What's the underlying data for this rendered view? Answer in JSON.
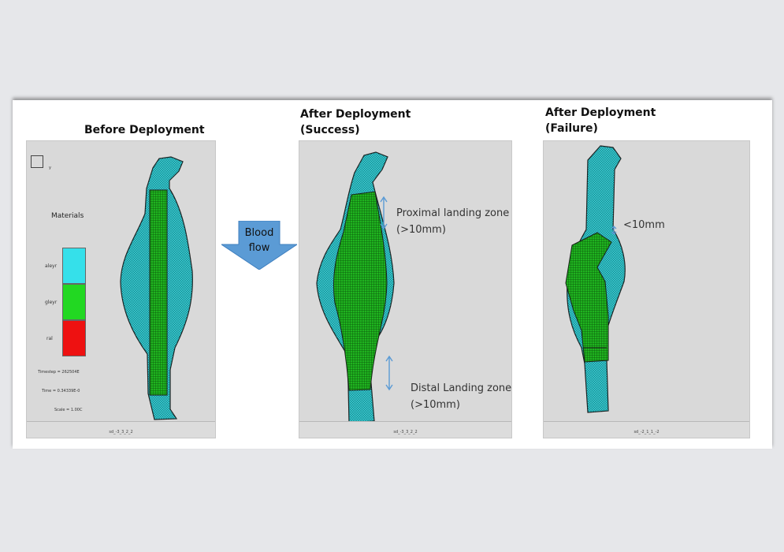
{
  "panels": [
    {
      "title": "Before Deployment",
      "footer_id": "sd_-3_3_2_2"
    },
    {
      "title_line1": "After Deployment",
      "title_line2": "(Success)",
      "footer_id": "sd_-3_3_2_2"
    },
    {
      "title_line1": "After Deployment",
      "title_line2": "(Failure)",
      "footer_id": "sd_-2_1_1_-2"
    }
  ],
  "legend": {
    "title": "Materials",
    "items": [
      {
        "label": "aleyr",
        "color": "#35e0ea"
      },
      {
        "label": "gleyr",
        "color": "#22d822"
      },
      {
        "label": "ral",
        "color": "#ee1111"
      }
    ],
    "timestep": "Timestep = 262504E",
    "time": "Time = 0.34339E-0",
    "scale": "Scale = 1.00C",
    "axis_label": "y"
  },
  "blood_flow": {
    "line1": "Blood",
    "line2": "flow",
    "color": "#5b9bd5"
  },
  "annotations": {
    "proximal_line1": "Proximal landing zone",
    "proximal_line2": "(>10mm)",
    "distal_line1": "Distal Landing zone",
    "distal_line2": "(>10mm)",
    "failure_gap": "<10mm",
    "arrow_color": "#5b9bd5"
  },
  "colors": {
    "vessel": "#35c6cc",
    "stent": "#1fb31f",
    "mesh_line": "#1a1a1a"
  }
}
